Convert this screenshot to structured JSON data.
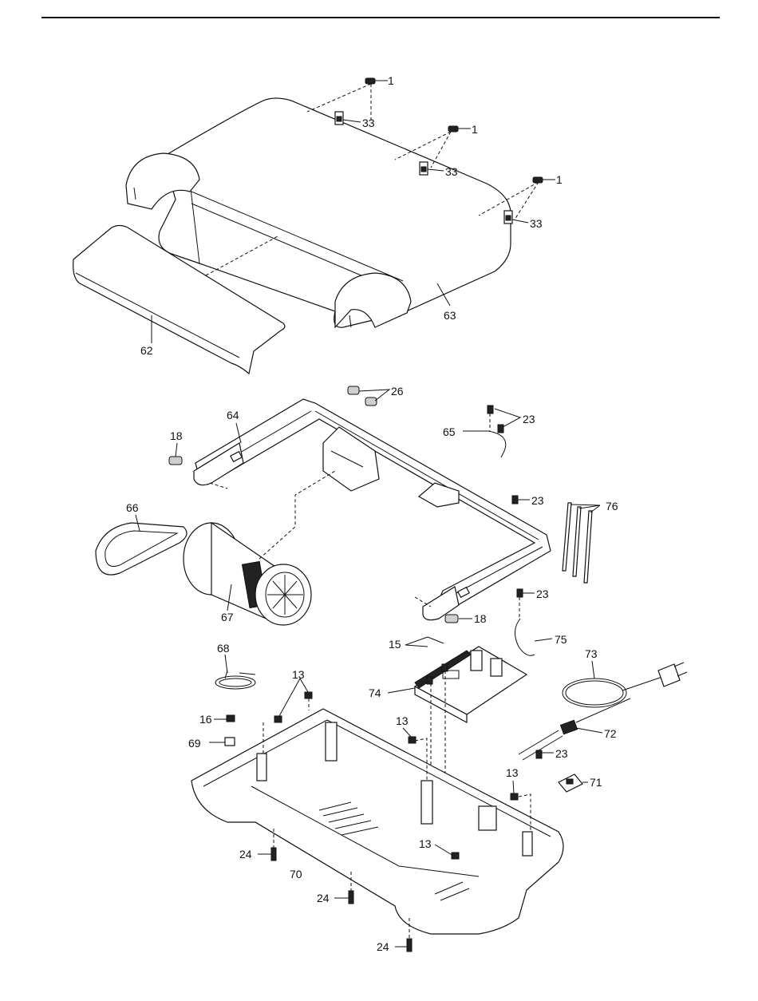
{
  "labels": {
    "l1a": "1",
    "l1b": "1",
    "l1c": "1",
    "l33a": "33",
    "l33b": "33",
    "l33c": "33",
    "l63": "63",
    "l62": "62",
    "l26": "26",
    "l64": "64",
    "l18a": "18",
    "l18b": "18",
    "l23a": "23",
    "l23b": "23",
    "l23c": "23",
    "l23d": "23",
    "l65": "65",
    "l66": "66",
    "l67": "67",
    "l76": "76",
    "l75": "75",
    "l15": "15",
    "l74": "74",
    "l73": "73",
    "l72": "72",
    "l71": "71",
    "l68": "68",
    "l13a": "13",
    "l13b": "13",
    "l13c": "13",
    "l13d": "13",
    "l16": "16",
    "l69": "69",
    "l70": "70",
    "l24a": "24",
    "l24b": "24",
    "l24c": "24"
  }
}
